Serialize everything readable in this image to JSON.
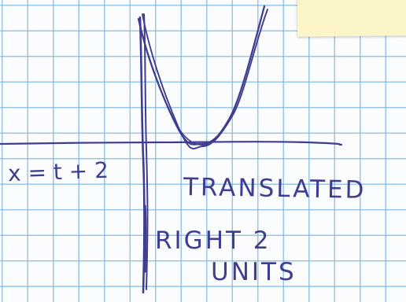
{
  "sheet": {
    "paper": "blue grid paper",
    "ink_color": "#3f3d8f",
    "grid_color": "#78b4e1",
    "sticky_note_color": "#fbf5c8"
  },
  "labels": {
    "equation": "x = t + 2",
    "note_line_1": "TRANSLATED",
    "note_line_2": "RIGHT 2",
    "note_line_3": "UNITS"
  }
}
